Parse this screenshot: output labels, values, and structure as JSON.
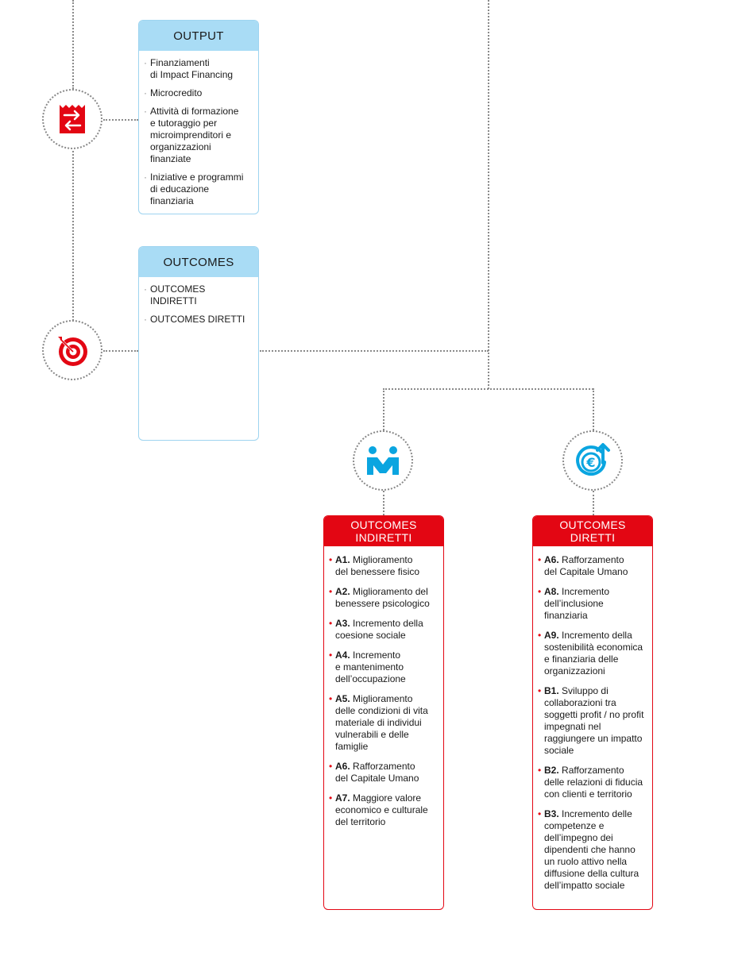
{
  "colors": {
    "accent_red": "#e30613",
    "accent_blue": "#a9dcf5",
    "icon_blue": "#0aa5e0",
    "connector_gray": "#8a8a8a"
  },
  "icons": {
    "output": "receipt-exchange-icon",
    "outcomes": "target-icon",
    "indiretti": "people-connection-icon",
    "diretti": "euro-growth-icon"
  },
  "output_box": {
    "title": "OUTPUT",
    "items": [
      "Finanziamenti\ndi Impact Financing",
      "Microcredito",
      "Attività di formazione\ne tutoraggio per\nmicroimprenditori e\norganizzazioni finanziate",
      "Iniziative e programmi\ndi educazione\nfinanziaria"
    ]
  },
  "outcomes_box": {
    "title": "OUTCOMES",
    "items": [
      "OUTCOMES INDIRETTI",
      "OUTCOMES DIRETTI"
    ]
  },
  "indiretti_box": {
    "title_line1": "OUTCOMES",
    "title_line2": "INDIRETTI",
    "items": [
      {
        "code": "A1.",
        "text": "Miglioramento\ndel benessere fisico"
      },
      {
        "code": "A2.",
        "text": "Miglioramento del\nbenessere psicologico"
      },
      {
        "code": "A3.",
        "text": "Incremento della\ncoesione sociale"
      },
      {
        "code": "A4.",
        "text": "Incremento\ne mantenimento\ndell’occupazione"
      },
      {
        "code": "A5.",
        "text": "Miglioramento\ndelle condizioni di vita\nmateriale di individui\nvulnerabili e delle\nfamiglie"
      },
      {
        "code": "A6.",
        "text": "Rafforzamento\ndel Capitale Umano"
      },
      {
        "code": "A7.",
        "text": "Maggiore valore\neconomico e culturale\ndel territorio"
      }
    ]
  },
  "diretti_box": {
    "title_line1": "OUTCOMES",
    "title_line2": "DIRETTI",
    "items": [
      {
        "code": "A6.",
        "text": "Rafforzamento\ndel Capitale Umano"
      },
      {
        "code": "A8.",
        "text": "Incremento\ndell’inclusione finanziaria"
      },
      {
        "code": "A9.",
        "text": "Incremento della\nsostenibilità economica\ne finanziaria delle\norganizzazioni"
      },
      {
        "code": "B1.",
        "text": "Sviluppo di\ncollaborazioni tra\nsoggetti profit / no profit\nimpegnati nel\nraggiungere un impatto\nsociale"
      },
      {
        "code": "B2.",
        "text": "Rafforzamento\ndelle relazioni di fiducia\ncon clienti e territorio"
      },
      {
        "code": "B3.",
        "text": "Incremento delle\ncompetenze e\ndell’impegno dei\ndipendenti che hanno\nun ruolo attivo nella\ndiffusione della cultura\ndell’impatto sociale"
      }
    ]
  }
}
